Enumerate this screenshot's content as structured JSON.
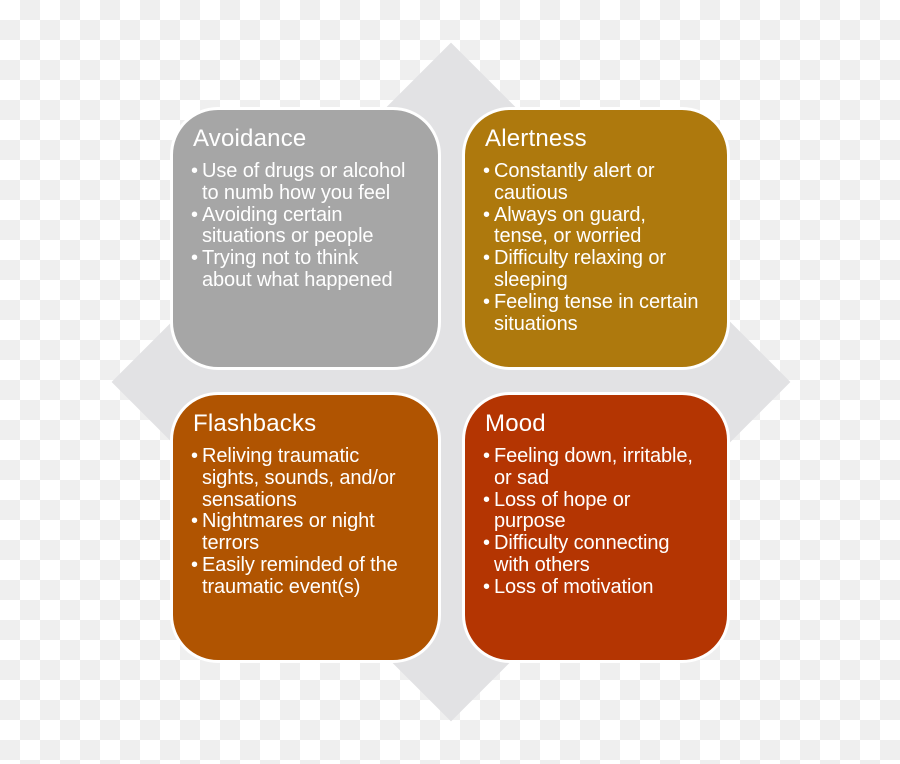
{
  "background": {
    "checker_light": "#ffffff",
    "checker_dark": "#efefef",
    "diamond_color": "#e2e2e4"
  },
  "text_color": "#ffffff",
  "bullet_glyph": "•",
  "quadrants": [
    {
      "title": "Avoidance",
      "color": "#a6a6a6",
      "bullets": [
        "Use of drugs or alcohol\nto numb how you feel",
        "Avoiding certain\nsituations or people",
        "Trying not to think\nabout what happened"
      ]
    },
    {
      "title": "Alertness",
      "color": "#ae790d",
      "bullets": [
        "Constantly alert or\ncautious",
        "Always on guard,\ntense, or worried",
        "Difficulty relaxing or\nsleeping",
        "Feeling tense in certain\nsituations"
      ]
    },
    {
      "title": "Flashbacks",
      "color": "#b05401",
      "bullets": [
        "Reliving traumatic\nsights, sounds, and/or\nsensations",
        "Nightmares or night\nterrors",
        "Easily reminded of the\ntraumatic event(s)"
      ]
    },
    {
      "title": "Mood",
      "color": "#b43502",
      "bullets": [
        "Feeling down, irritable,\nor sad",
        "Loss of hope or\npurpose",
        "Difficulty connecting\nwith others",
        "Loss of motivation"
      ]
    }
  ]
}
